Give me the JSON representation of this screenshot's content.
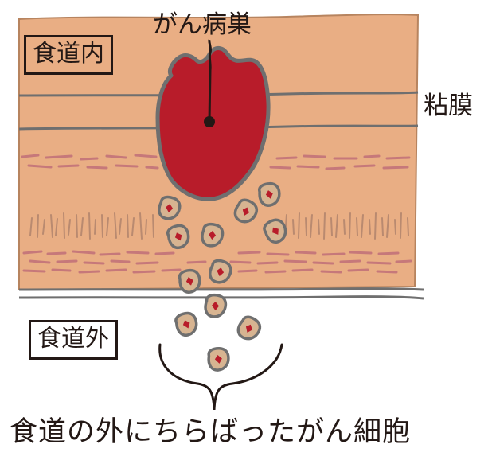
{
  "labels": {
    "inside_esophagus": "食道内",
    "outside_esophagus": "食道外",
    "tumor": "がん病巣",
    "mucosa": "粘膜",
    "caption": "食道の外にちらばったがん細胞"
  },
  "colors": {
    "tissue": "#e9ae84",
    "tumor": "#b81c2a",
    "outline": "#6f6f6f",
    "cell_fill": "#d7b491",
    "muscle_lines": "#c6787a",
    "fiber_lines": "#b98a70",
    "text": "#231815"
  }
}
